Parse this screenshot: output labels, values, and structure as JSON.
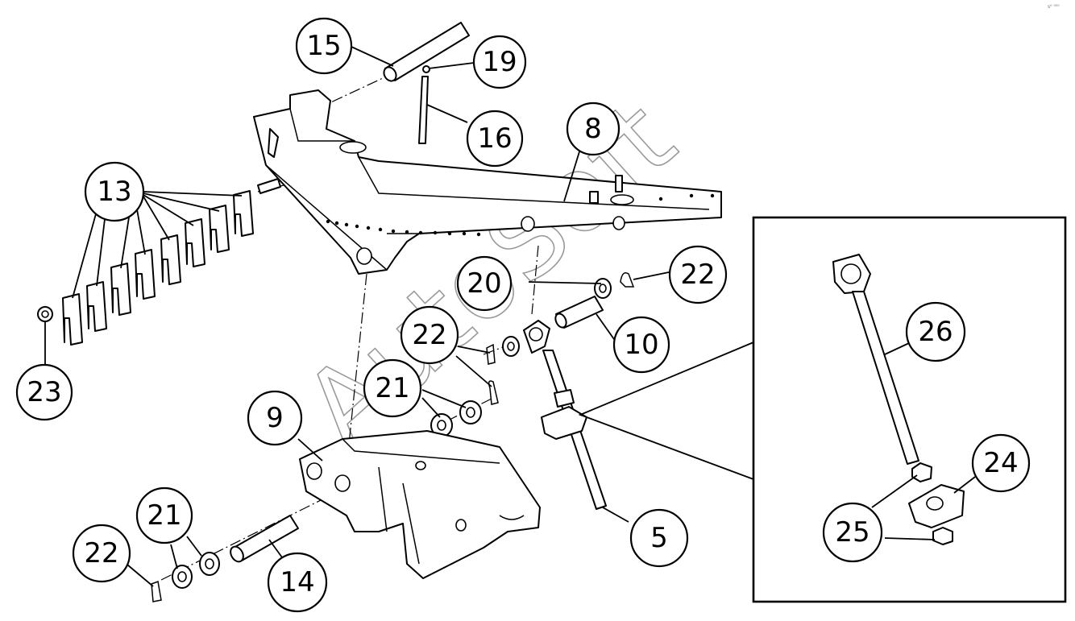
{
  "callouts": [
    {
      "id": "c15",
      "label": "15"
    },
    {
      "id": "c19",
      "label": "19"
    },
    {
      "id": "c16",
      "label": "16"
    },
    {
      "id": "c8",
      "label": "8"
    },
    {
      "id": "c13",
      "label": "13"
    },
    {
      "id": "c23",
      "label": "23"
    },
    {
      "id": "c20",
      "label": "20"
    },
    {
      "id": "c22a",
      "label": "22"
    },
    {
      "id": "c10",
      "label": "10"
    },
    {
      "id": "c22b",
      "label": "22"
    },
    {
      "id": "c21a",
      "label": "21"
    },
    {
      "id": "c9",
      "label": "9"
    },
    {
      "id": "c21b",
      "label": "21"
    },
    {
      "id": "c22c",
      "label": "22"
    },
    {
      "id": "c14",
      "label": "14"
    },
    {
      "id": "c5",
      "label": "5"
    },
    {
      "id": "c26",
      "label": "26"
    },
    {
      "id": "c24",
      "label": "24"
    },
    {
      "id": "c25",
      "label": "25"
    }
  ],
  "watermark": "AutoSoft",
  "corner_mark": "s⁰ ⁰⁰⁰"
}
